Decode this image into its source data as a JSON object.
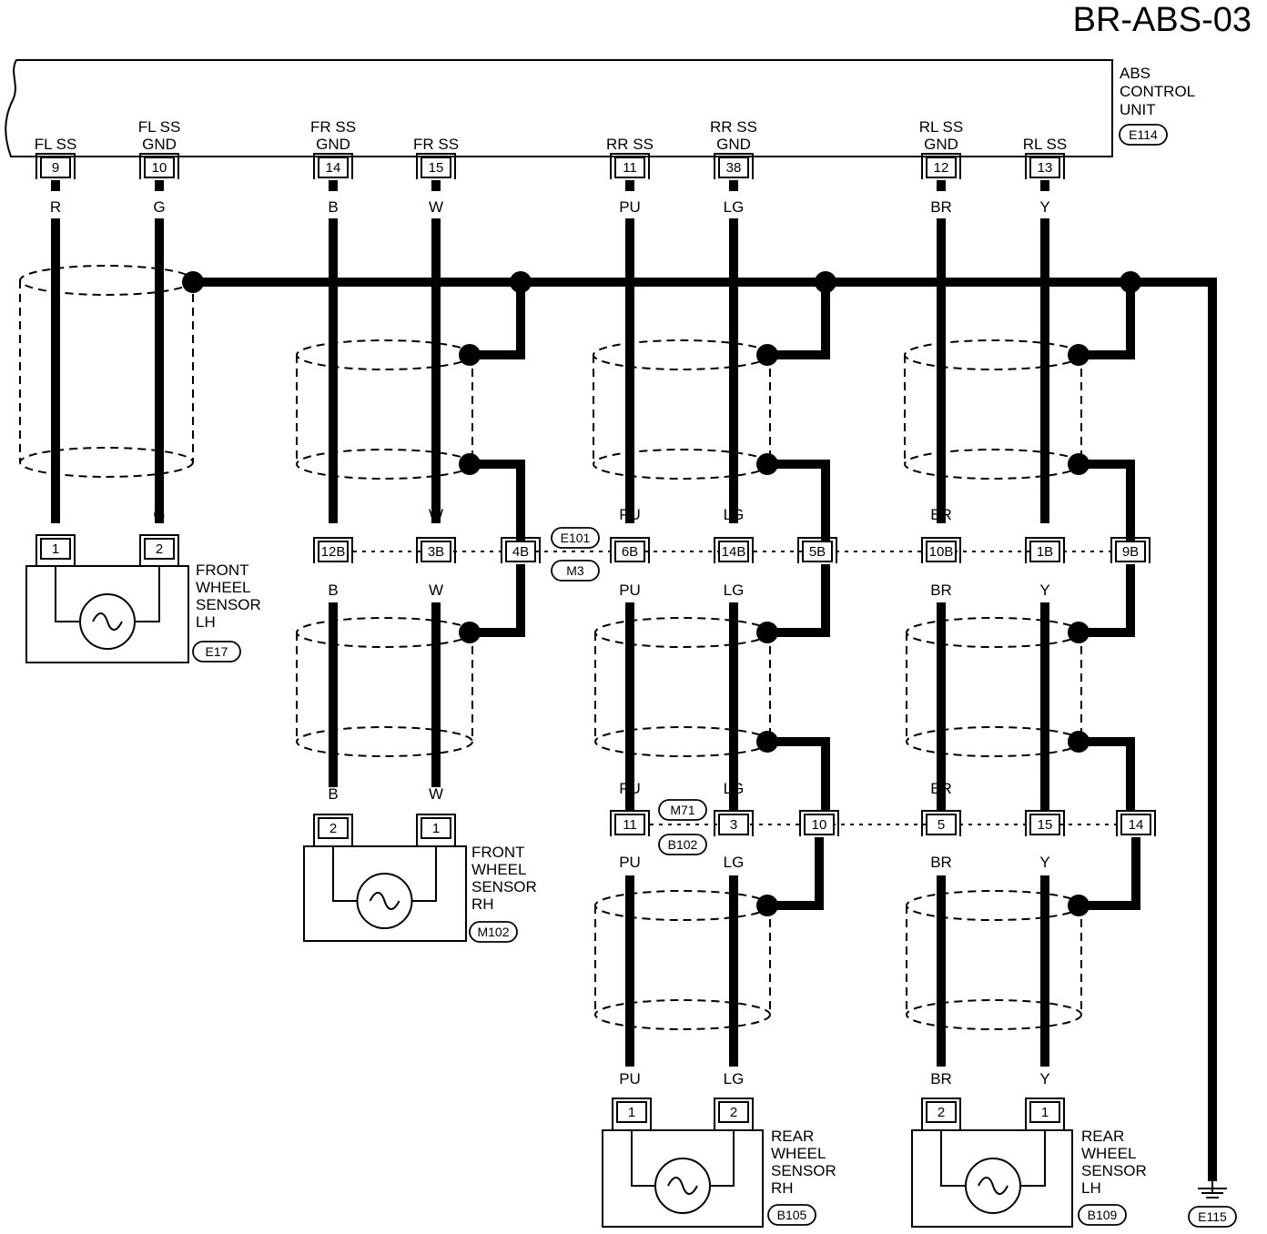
{
  "title": "BR-ABS-03",
  "control_unit": {
    "label_lines": [
      "ABS",
      "CONTROL",
      "UNIT"
    ],
    "connector": "E114",
    "pins": [
      {
        "num": "9",
        "name": [
          "FL SS"
        ],
        "color": "R"
      },
      {
        "num": "10",
        "name": [
          "FL SS",
          "GND"
        ],
        "color": "G"
      },
      {
        "num": "14",
        "name": [
          "FR SS",
          "GND"
        ],
        "color": "B"
      },
      {
        "num": "15",
        "name": [
          "FR SS"
        ],
        "color": "W"
      },
      {
        "num": "11",
        "name": [
          "RR SS"
        ],
        "color": "PU"
      },
      {
        "num": "38",
        "name": [
          "RR SS",
          "GND"
        ],
        "color": "LG"
      },
      {
        "num": "12",
        "name": [
          "RL SS",
          "GND"
        ],
        "color": "BR"
      },
      {
        "num": "13",
        "name": [
          "RL SS"
        ],
        "color": "Y"
      }
    ]
  },
  "junction_1": {
    "connectors": [
      "E101",
      "M3"
    ],
    "pins": [
      "12B",
      "3B",
      "4B",
      "6B",
      "14B",
      "5B",
      "10B",
      "1B",
      "9B"
    ],
    "colors_below": [
      "B",
      "W",
      "PU",
      "LG",
      "BR",
      "Y"
    ]
  },
  "junction_2": {
    "connectors": [
      "M71",
      "B102"
    ],
    "pins": [
      "11",
      "3",
      "10",
      "5",
      "15",
      "14"
    ],
    "colors_above": [
      "PU",
      "LG",
      "BR",
      "Y"
    ],
    "colors_below": [
      "PU",
      "LG",
      "BR",
      "Y"
    ]
  },
  "sensors": [
    {
      "id": "fl",
      "label_lines": [
        "FRONT",
        "WHEEL",
        "SENSOR",
        "LH"
      ],
      "connector": "E17",
      "pins": [
        "1",
        "2"
      ],
      "colors": [
        "R",
        "G"
      ]
    },
    {
      "id": "fr",
      "label_lines": [
        "FRONT",
        "WHEEL",
        "SENSOR",
        "RH"
      ],
      "connector": "M102",
      "pins": [
        "2",
        "1"
      ],
      "colors": [
        "B",
        "W"
      ]
    },
    {
      "id": "rr",
      "label_lines": [
        "REAR",
        "WHEEL",
        "SENSOR",
        "RH"
      ],
      "connector": "B105",
      "pins": [
        "1",
        "2"
      ],
      "colors": [
        "PU",
        "LG"
      ]
    },
    {
      "id": "rl",
      "label_lines": [
        "REAR",
        "WHEEL",
        "SENSOR",
        "LH"
      ],
      "connector": "B109",
      "pins": [
        "2",
        "1"
      ],
      "colors": [
        "BR",
        "Y"
      ]
    }
  ],
  "ground": {
    "color": "B",
    "connector": "E115"
  }
}
